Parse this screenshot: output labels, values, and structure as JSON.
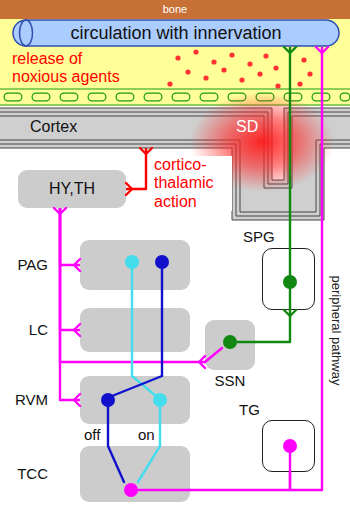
{
  "diagram": {
    "nodes": [
      {
        "text": [
          "bone"
        ]
      },
      {
        "text": [
          "circulation with innervation"
        ]
      },
      {
        "text": [
          "Cortex",
          "SD"
        ]
      },
      {
        "text": [
          "HY,TH"
        ]
      },
      {
        "text": [
          "PAG"
        ]
      },
      {
        "text": [
          "SPG"
        ]
      },
      {
        "text": [
          "LC"
        ]
      },
      {
        "text": [
          "SSN"
        ]
      },
      {
        "text": [
          "RVM"
        ]
      },
      {
        "text": [
          "TG"
        ]
      },
      {
        "text": [
          "TCC"
        ]
      }
    ],
    "edges": [
      {
        "from": 2,
        "to": 3,
        "arrow": "none",
        "label": "cortico-thalamic action"
      },
      {
        "from": 3,
        "to": 4,
        "arrow": "none"
      },
      {
        "from": 3,
        "to": 6,
        "arrow": "none"
      },
      {
        "from": 3,
        "to": 8,
        "arrow": "none"
      },
      {
        "from": 3,
        "to": 7,
        "arrow": "none"
      },
      {
        "from": 7,
        "to": 5,
        "arrow": "none"
      },
      {
        "from": 5,
        "to": 1,
        "arrow": "none"
      },
      {
        "from": 4,
        "to": 8,
        "arrow": "none"
      },
      {
        "from": 4,
        "to": 8,
        "arrow": "none"
      },
      {
        "from": 8,
        "to": 10,
        "arrow": "none",
        "label": "off"
      },
      {
        "from": 8,
        "to": 10,
        "arrow": "none",
        "label": "on"
      },
      {
        "from": 9,
        "to": 1,
        "arrow": "none"
      },
      {
        "from": 9,
        "to": 10,
        "arrow": "none"
      }
    ],
    "labels": [
      "release of noxious agents",
      "peripheral pathway"
    ]
  }
}
